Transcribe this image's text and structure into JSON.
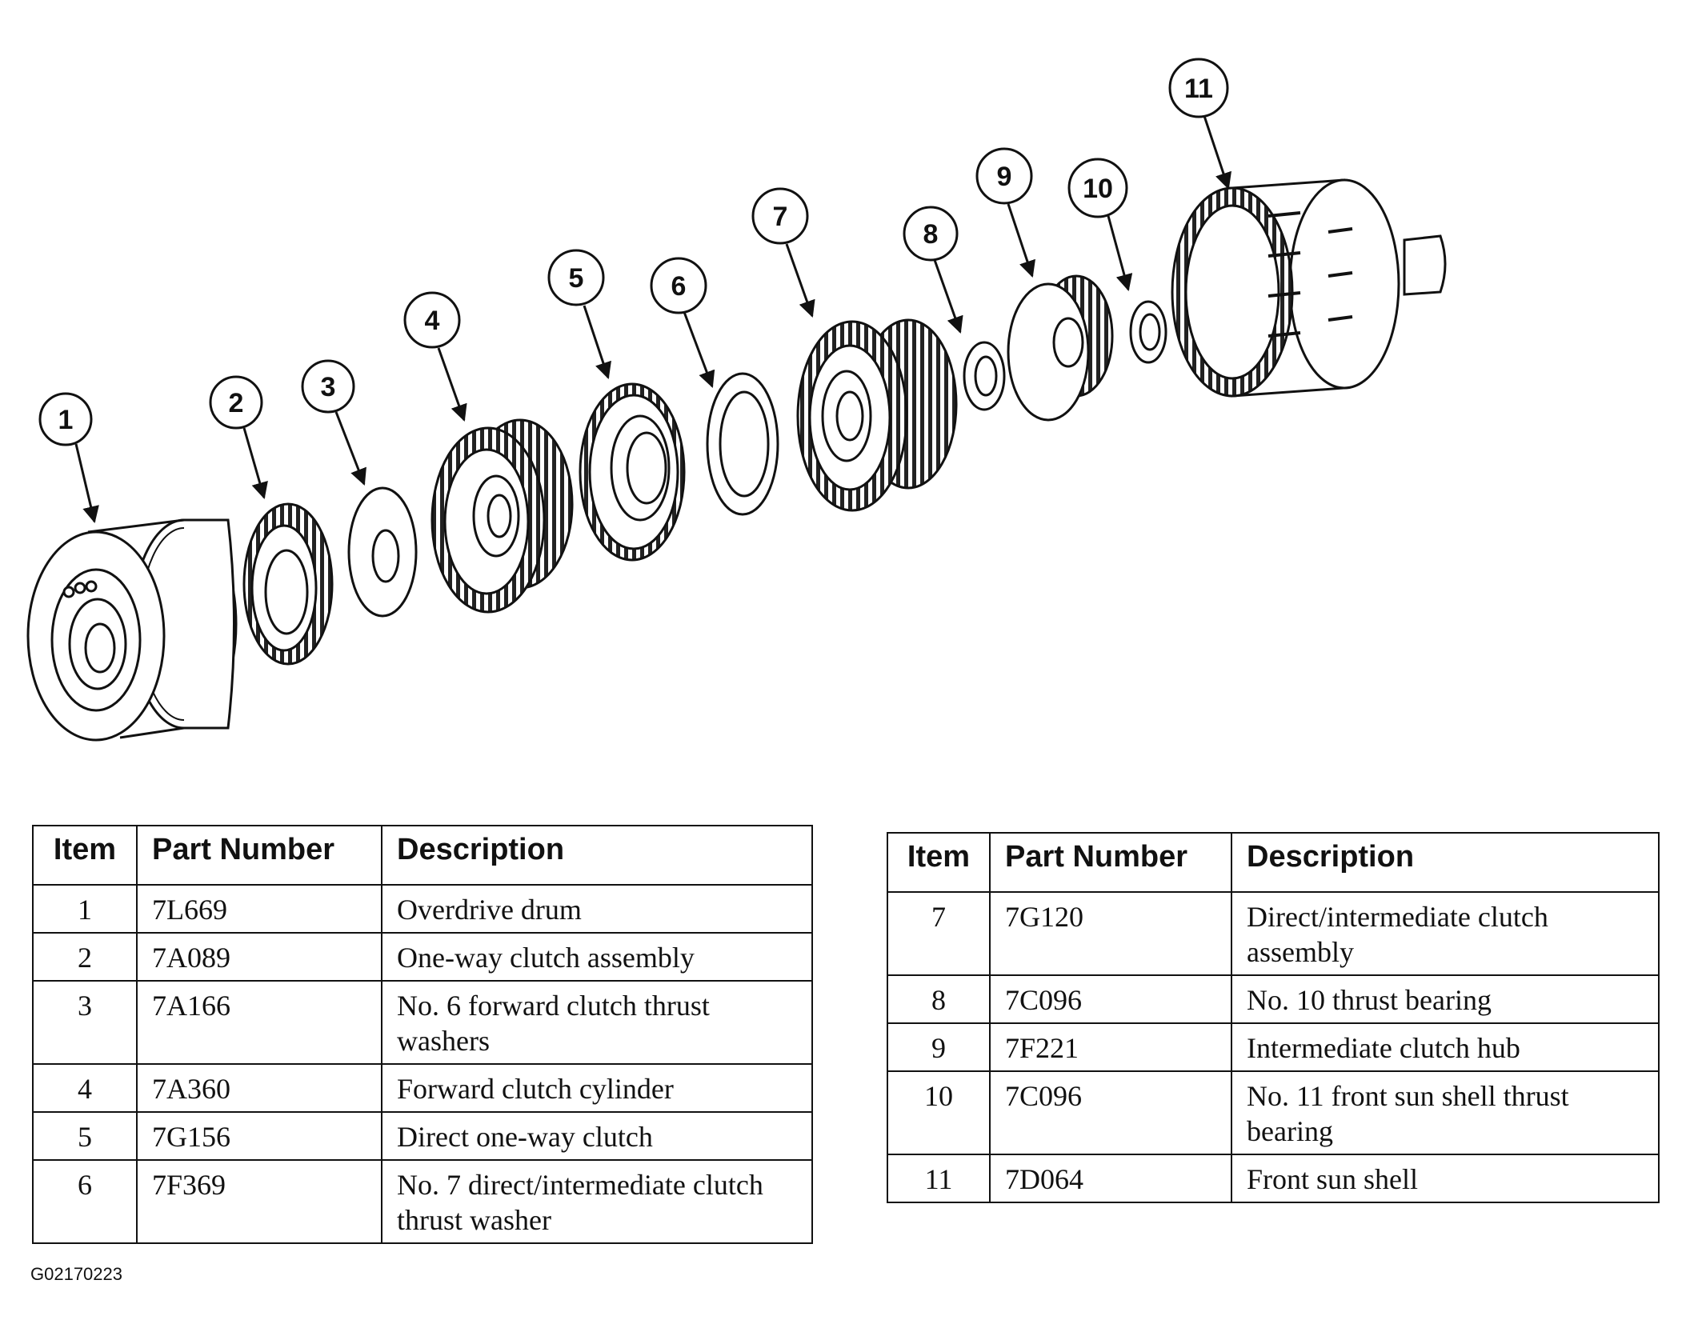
{
  "figure_id": "G02170223",
  "callouts": [
    "1",
    "2",
    "3",
    "4",
    "5",
    "6",
    "7",
    "8",
    "9",
    "10",
    "11"
  ],
  "table_headers": {
    "item": "Item",
    "part_number": "Part Number",
    "description": "Description"
  },
  "parts_left": [
    {
      "item": "1",
      "part_number": "7L669",
      "description": "Overdrive drum"
    },
    {
      "item": "2",
      "part_number": "7A089",
      "description": "One-way clutch assembly"
    },
    {
      "item": "3",
      "part_number": "7A166",
      "description": "No. 6 forward clutch thrust washers"
    },
    {
      "item": "4",
      "part_number": "7A360",
      "description": "Forward clutch cylinder"
    },
    {
      "item": "5",
      "part_number": "7G156",
      "description": "Direct one-way clutch"
    },
    {
      "item": "6",
      "part_number": "7F369",
      "description": "No. 7 direct/intermediate clutch thrust washer"
    }
  ],
  "parts_right": [
    {
      "item": "7",
      "part_number": "7G120",
      "description": "Direct/intermediate clutch assembly"
    },
    {
      "item": "8",
      "part_number": "7C096",
      "description": "No. 10 thrust bearing"
    },
    {
      "item": "9",
      "part_number": "7F221",
      "description": "Intermediate clutch hub"
    },
    {
      "item": "10",
      "part_number": "7C096",
      "description": "No. 11 front sun shell thrust bearing"
    },
    {
      "item": "11",
      "part_number": "7D064",
      "description": "Front sun shell"
    }
  ]
}
